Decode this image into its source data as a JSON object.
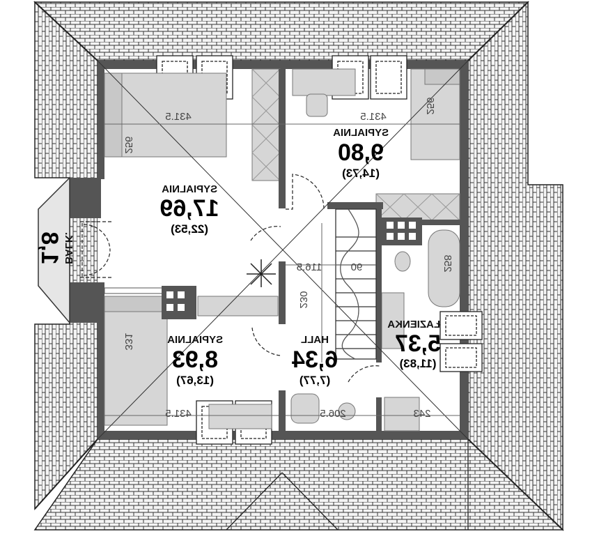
{
  "rooms": [
    {
      "id": "bedroom-1",
      "name": "SYPIALNIA",
      "area": "17,69",
      "area2": "(22,53)"
    },
    {
      "id": "bedroom-2",
      "name": "SYPIALNIA",
      "area": "9,80",
      "area2": "(14,73)"
    },
    {
      "id": "bedroom-3",
      "name": "SYPIALNIA",
      "area": "8,93",
      "area2": "(13,67)"
    },
    {
      "id": "hall",
      "name": "HALL",
      "area": "6,34",
      "area2": "(7,77)"
    },
    {
      "id": "bathroom",
      "name": "ŁAZIENKA",
      "area": "5,37",
      "area2": "(11,83)"
    },
    {
      "id": "balcony",
      "name": "BALK.",
      "area": "1,8"
    }
  ],
  "dimensions": {
    "top_left": "431.5",
    "top_right": "431.5",
    "bottom_left": "431.5",
    "bottom_hall": "206.5",
    "bath_bottom": "243",
    "hall_w1": "116.5",
    "hall_w2": "90",
    "hall_h": "230",
    "left_upper": "256",
    "left_lower": "331",
    "right_upper": "256",
    "right_bath": "258"
  },
  "colors": {
    "wall": "#555555",
    "roof_line": "#222222",
    "furniture": "#d6d6d6"
  }
}
